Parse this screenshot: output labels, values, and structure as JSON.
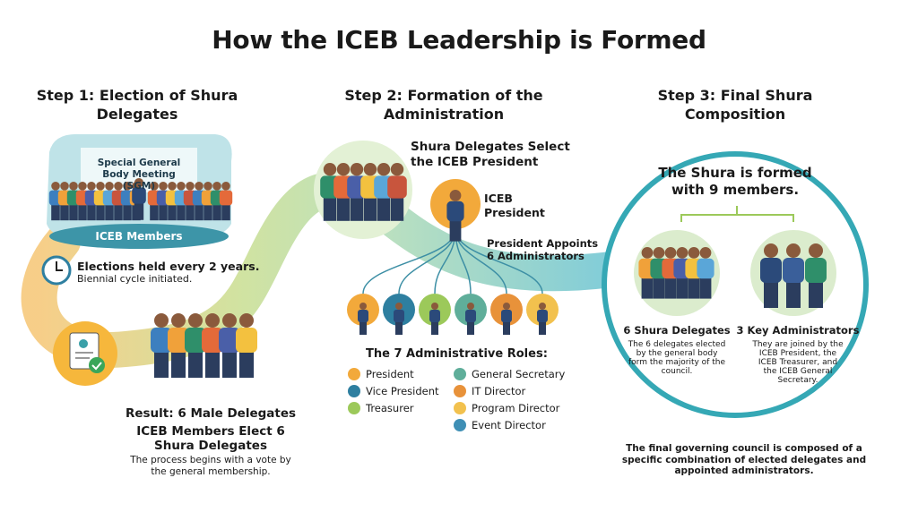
{
  "title": "How the ICEB Leadership is Formed",
  "colors": {
    "teal": "#2ea3b3",
    "green": "#9cc95a",
    "orange": "#f2a93b",
    "navy": "#1f3a5f"
  },
  "step1": {
    "heading": "Step 1: Election of Shura Delegates",
    "meeting_label": "Special General Body Meeting (SGM)",
    "members_label": "ICEB Members",
    "elections_title": "Elections held every 2 years.",
    "elections_sub": "Biennial cycle initiated.",
    "result": "Result: 6 Male Delegates",
    "elect_title": "ICEB Members Elect 6 Shura Delegates",
    "elect_desc": "The process begins with a vote by the general membership.",
    "icons": [
      "clock-icon",
      "ballot-document-icon"
    ]
  },
  "step2": {
    "heading": "Step 2: Formation of the Administration",
    "select_title": "Shura Delegates Select the ICEB President",
    "president_label": "ICEB President",
    "appoints_label": "President Appoints 6 Administrators",
    "roles_title": "The 7 Administrative Roles:",
    "roles": [
      {
        "label": "President",
        "icon": "president-icon",
        "color": "#f2a93b"
      },
      {
        "label": "Vice President",
        "icon": "vice-president-icon",
        "color": "#2e7fa0"
      },
      {
        "label": "Treasurer",
        "icon": "money-bag-icon",
        "color": "#9cc95a"
      },
      {
        "label": "General Secretary",
        "icon": "secretary-icon",
        "color": "#5fae9a"
      },
      {
        "label": "IT Director",
        "icon": "computer-icon",
        "color": "#e8923a"
      },
      {
        "label": "Program Director",
        "icon": "program-icon",
        "color": "#f2c14e"
      },
      {
        "label": "Event Director",
        "icon": "calendar-icon",
        "color": "#3f8fb5"
      }
    ]
  },
  "step3": {
    "heading": "Step 3: Final Shura Composition",
    "formed_title": "The Shura is formed with 9 members.",
    "delegates_title": "6 Shura Delegates",
    "delegates_desc": "The 6 delegates elected by the general body form the majority of the council.",
    "admins_title": "3 Key Administrators",
    "admins_desc": "They are joined by the ICEB President, the ICEB Treasurer, and the ICEB General Secretary.",
    "footer": "The final governing council is composed of a specific combination of elected delegates and appointed administrators."
  }
}
